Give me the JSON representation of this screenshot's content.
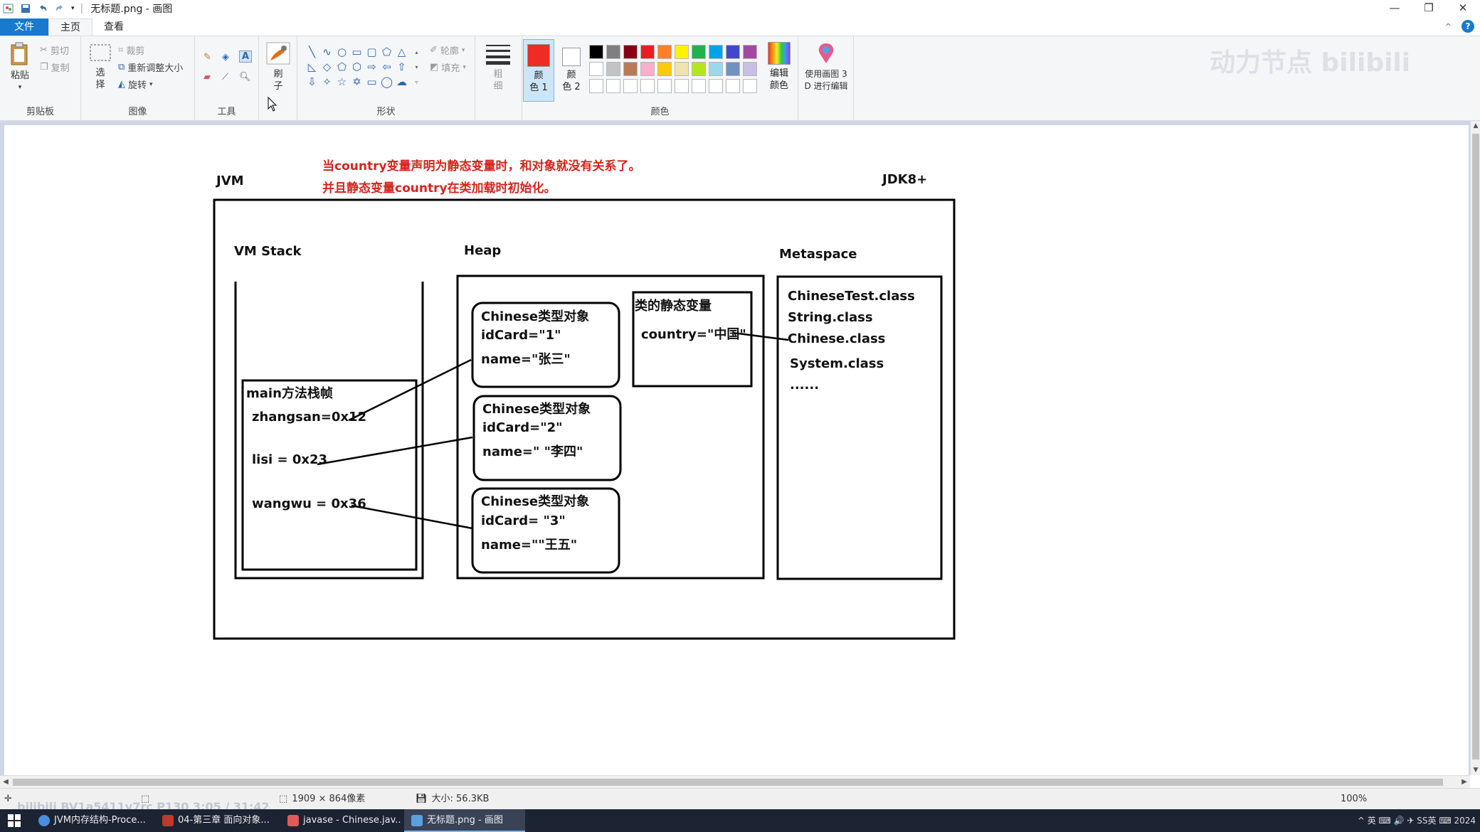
{
  "window": {
    "title": "无标题.png - 画图",
    "controls": [
      "—",
      "❐",
      "✕"
    ]
  },
  "tabs": [
    "文件",
    "主页",
    "查看"
  ],
  "ribbon": {
    "clipboard": {
      "paste": "粘贴",
      "cut": "剪切",
      "copy": "复制",
      "label": "剪贴板"
    },
    "image": {
      "select": "选\n择",
      "crop": "裁剪",
      "resize": "重新调整大小",
      "rotate": "旋转",
      "label": "图像"
    },
    "tools": {
      "label": "工具"
    },
    "brushes": {
      "label": "刷\n子"
    },
    "shapes": {
      "outline": "轮廓",
      "fill": "填充",
      "label": "形状"
    },
    "size": {
      "label": "粗\n细"
    },
    "colors": {
      "color1_label": "颜\n色 1",
      "color2_label": "颜\n色 2",
      "color1": "#ee2c24",
      "color2": "#ffffff",
      "edit_label": "编辑\n颜色",
      "label": "颜色",
      "palette": [
        "#000000",
        "#7f7f7f",
        "#880015",
        "#ed1c24",
        "#ff7f27",
        "#fff200",
        "#22b14c",
        "#00a2e8",
        "#3f48cc",
        "#a349a4",
        "#ffffff",
        "#c3c3c3",
        "#b97a57",
        "#ffaec9",
        "#ffc90e",
        "#efe4b0",
        "#b5e61d",
        "#99d9ea",
        "#7092be",
        "#c8bfe7",
        "#ffffff",
        "#ffffff",
        "#ffffff",
        "#ffffff",
        "#ffffff",
        "#ffffff",
        "#ffffff",
        "#ffffff",
        "#ffffff",
        "#ffffff"
      ]
    },
    "paint3d": {
      "label": "使用画图 3\nD 进行编辑"
    }
  },
  "watermark": "动力节点  bilibili",
  "drawing": {
    "note_line1": "当country变量声明为静态变量时，和对象就没有关系了。",
    "note_line2": "并且静态变量country在类加载时初始化。",
    "jvm": "JVM",
    "jdk": "JDK8+",
    "vmstack": "VM Stack",
    "heap": "Heap",
    "metaspace": "Metaspace",
    "frame_title": "main方法栈帧",
    "refs": [
      "zhangsan=0x12",
      "lisi = 0x23",
      "wangwu = 0x36"
    ],
    "objects": [
      {
        "title": "Chinese类型对象",
        "id": "idCard=\"1\"",
        "name": "name=\"张三\""
      },
      {
        "title": "Chinese类型对象",
        "id": "idCard=\"2\"",
        "name": "name=\" \"李四\""
      },
      {
        "title": "Chinese类型对象",
        "id": "idCard=   \"3\"",
        "name": "name=\"\"王五\""
      }
    ],
    "static_title": "类的静态变量",
    "static_var": "country=\"中国\"",
    "classes": [
      "ChineseTest.class",
      "String.class",
      "Chinese.class",
      "System.class",
      "......"
    ]
  },
  "statusbar": {
    "dimensions": "1909 × 864像素",
    "size": "大小: 56.3KB",
    "zoom": "100%",
    "bv_watermark": "bilibili BV1a5411y7rc P130 3:05 / 31:42"
  },
  "taskbar": {
    "items": [
      {
        "label": "JVM内存结构-Proce...",
        "color": "#4a8fdd"
      },
      {
        "label": "04-第三章 面向对象...",
        "color": "#c0392b"
      },
      {
        "label": "javase - Chinese.jav...",
        "color": "#e05a5a"
      },
      {
        "label": "无标题.png - 画图",
        "color": "#5aa0e0"
      }
    ],
    "tray": "^  英  ⌨  🔊  ✈  SS英  ⌨ 2024"
  }
}
